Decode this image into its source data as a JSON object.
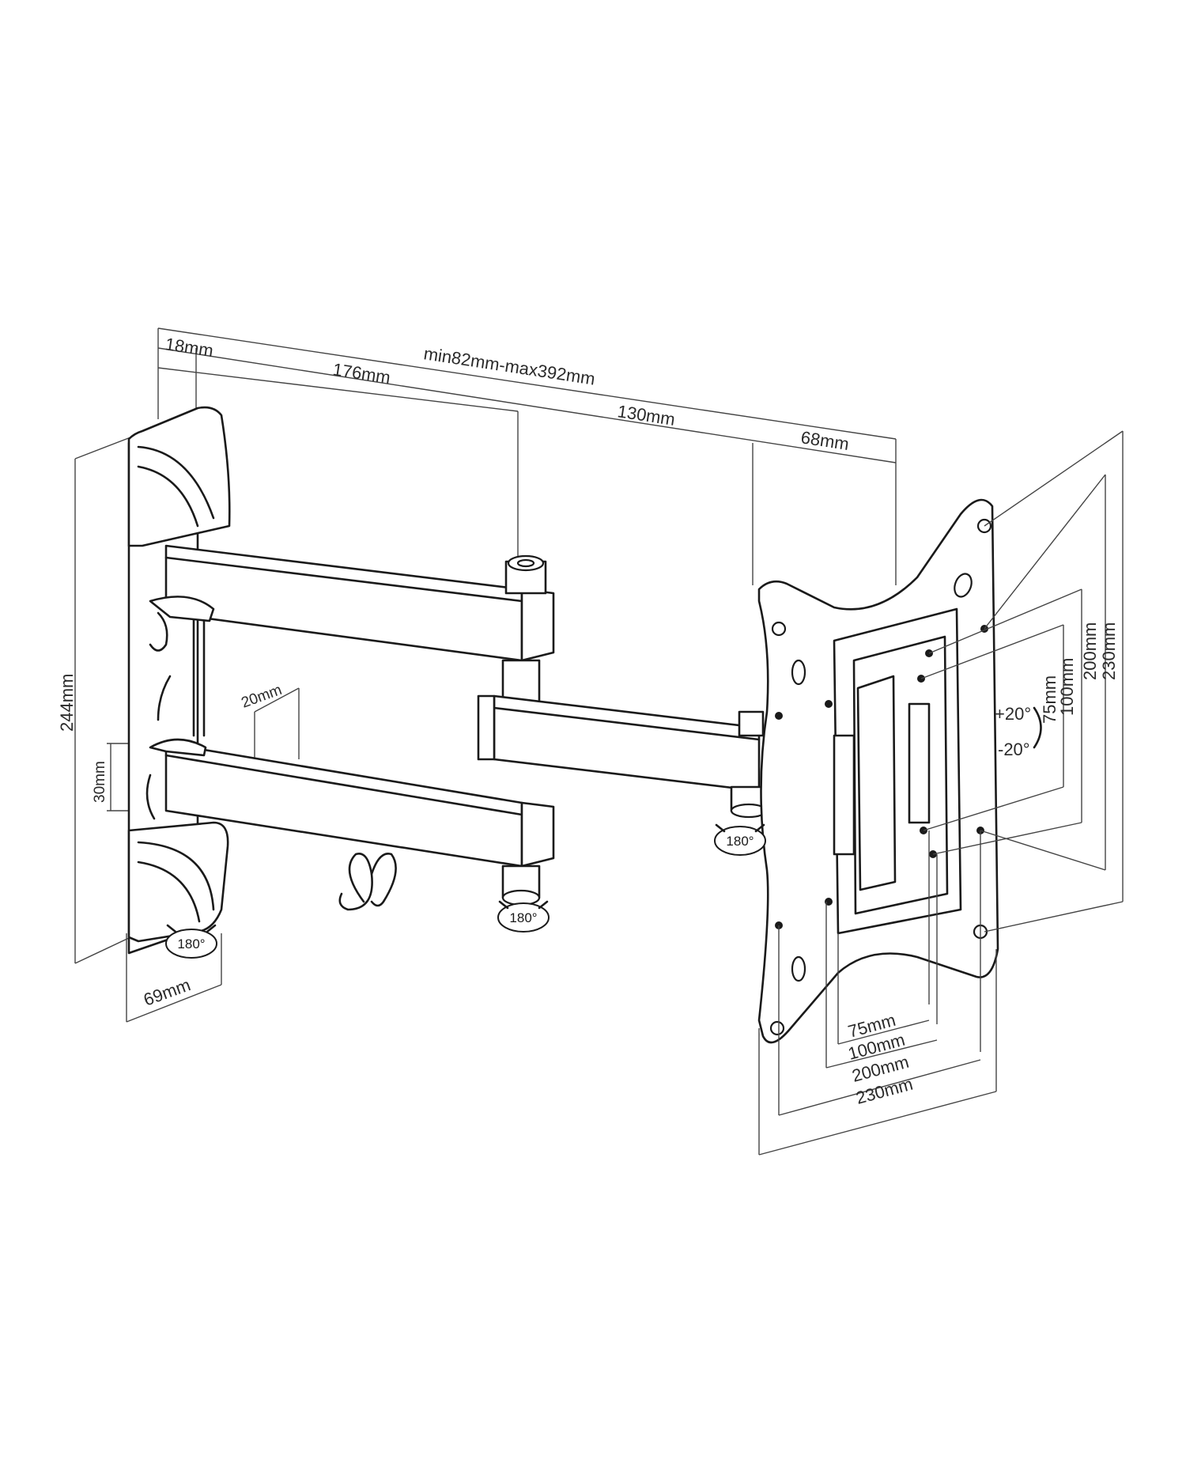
{
  "labels": {
    "wall_depth": "18mm",
    "extension_range": "min82mm-max392mm",
    "arm1_length": "176mm",
    "arm2_length": "130mm",
    "plate_offset": "68mm",
    "bracket_height": "244mm",
    "arm_height": "30mm",
    "arm_width": "20mm",
    "bracket_width": "69mm",
    "tilt_up": "+20°",
    "tilt_down": "-20°",
    "vesa_75_v": "75mm",
    "vesa_100_v": "100mm",
    "vesa_200_v": "200mm",
    "vesa_230_v": "230mm",
    "vesa_75_h": "75mm",
    "vesa_100_h": "100mm",
    "vesa_200_h": "200mm",
    "vesa_230_h": "230mm",
    "rotation_1": "180°",
    "rotation_2": "180°",
    "rotation_3": "180°"
  }
}
